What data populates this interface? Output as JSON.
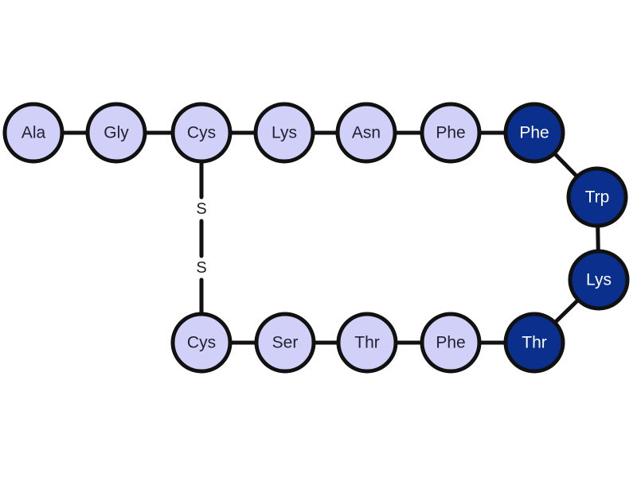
{
  "colors": {
    "light_fill": "#d0d0f8",
    "dark_fill": "#0a2f8c",
    "light_text": "#222233",
    "dark_text": "#ffffff",
    "stroke": "#111111"
  },
  "residues": [
    {
      "id": "r1",
      "label": "Ala",
      "style": "light"
    },
    {
      "id": "r2",
      "label": "Gly",
      "style": "light"
    },
    {
      "id": "r3",
      "label": "Cys",
      "style": "light"
    },
    {
      "id": "r4",
      "label": "Lys",
      "style": "light"
    },
    {
      "id": "r5",
      "label": "Asn",
      "style": "light"
    },
    {
      "id": "r6",
      "label": "Phe",
      "style": "light"
    },
    {
      "id": "r7",
      "label": "Phe",
      "style": "dark"
    },
    {
      "id": "r8",
      "label": "Trp",
      "style": "dark"
    },
    {
      "id": "r9",
      "label": "Lys",
      "style": "dark"
    },
    {
      "id": "r10",
      "label": "Thr",
      "style": "dark"
    },
    {
      "id": "r11",
      "label": "Phe",
      "style": "light"
    },
    {
      "id": "r12",
      "label": "Thr",
      "style": "light"
    },
    {
      "id": "r13",
      "label": "Ser",
      "style": "light"
    },
    {
      "id": "r14",
      "label": "Cys",
      "style": "light"
    }
  ],
  "bonds": [
    [
      "r1",
      "r2"
    ],
    [
      "r2",
      "r3"
    ],
    [
      "r3",
      "r4"
    ],
    [
      "r4",
      "r5"
    ],
    [
      "r5",
      "r6"
    ],
    [
      "r6",
      "r7"
    ],
    [
      "r7",
      "r8"
    ],
    [
      "r8",
      "r9"
    ],
    [
      "r9",
      "r10"
    ],
    [
      "r10",
      "r11"
    ],
    [
      "r11",
      "r12"
    ],
    [
      "r12",
      "r13"
    ],
    [
      "r13",
      "r14"
    ],
    [
      "r3",
      "r14"
    ]
  ],
  "disulfide": {
    "from": "r3",
    "to": "r14",
    "atoms": [
      "S",
      "S"
    ]
  }
}
